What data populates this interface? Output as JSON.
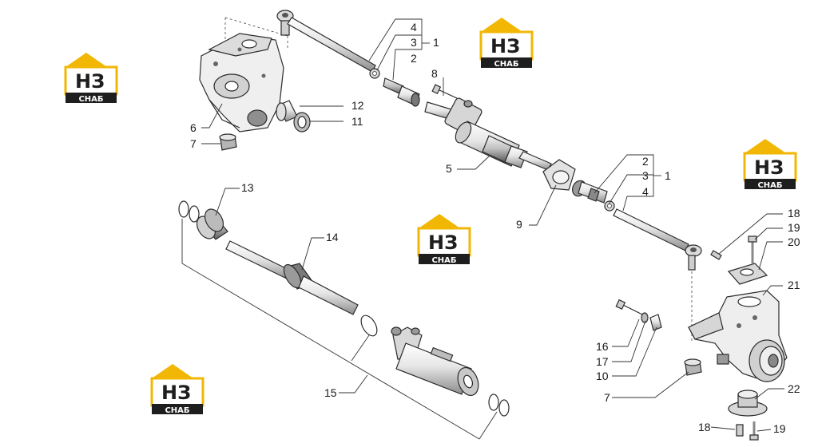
{
  "callouts": {
    "c4a": "4",
    "c3a": "3",
    "c1a": "1",
    "c2a": "2",
    "c8": "8",
    "c12": "12",
    "c11": "11",
    "c6": "6",
    "c7a": "7",
    "c5": "5",
    "c2b": "2",
    "c3b": "3",
    "c1b": "1",
    "c4b": "4",
    "c9": "9",
    "c13": "13",
    "c14": "14",
    "c18a": "18",
    "c19a": "19",
    "c20": "20",
    "c21": "21",
    "c16": "16",
    "c17": "17",
    "c10": "10",
    "c7b": "7",
    "c15": "15",
    "c22": "22",
    "c18b": "18",
    "c19b": "19"
  },
  "watermark": {
    "mark": "НЗ",
    "caption": "СНАБ",
    "colors": {
      "roof": "#f2b705",
      "dark": "#1e1e1e",
      "accent": "#f2b705"
    }
  },
  "colors": {
    "line": "#2b2b2b",
    "fill_light": "#f2f2f2",
    "fill_mid": "#d9d9d9",
    "fill_dark": "#9a9a9a"
  }
}
